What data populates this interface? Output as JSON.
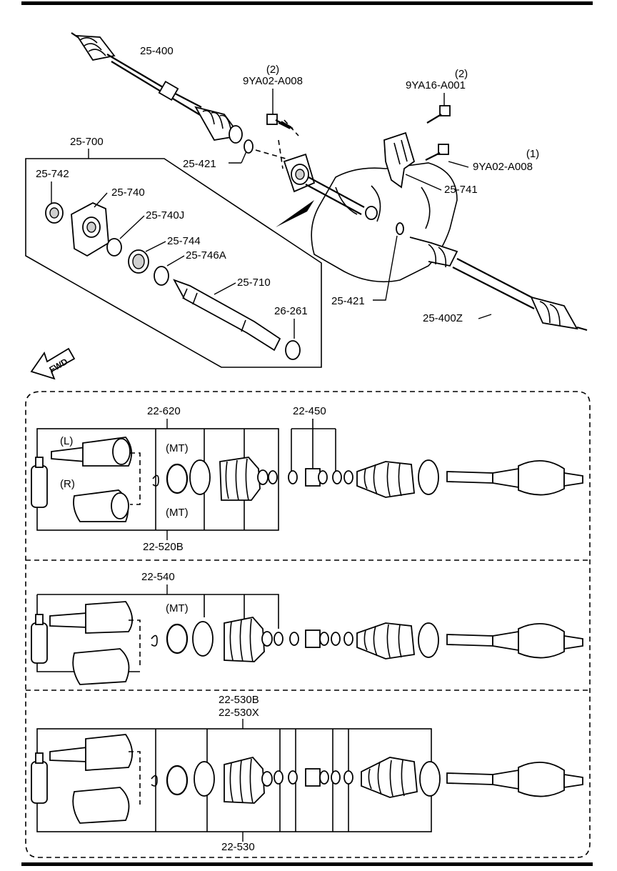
{
  "labels": {
    "l_25400": "25-400",
    "l_9ya02_a": "(2)",
    "l_9ya02_b": "9YA02-A008",
    "l_9ya16_a": "(2)",
    "l_9ya16_b": "9YA16-A001",
    "l_25700": "25-700",
    "l_25742": "25-742",
    "l_25740": "25-740",
    "l_25421a": "25-421",
    "l_9ya02c_a": "(1)",
    "l_9ya02c_b": "9YA02-A008",
    "l_25741": "25-741",
    "l_25740j": "25-740J",
    "l_25744": "25-744",
    "l_25746a": "25-746A",
    "l_25710": "25-710",
    "l_26261": "26-261",
    "l_25421b": "25-421",
    "l_25400z": "25-400Z",
    "l_fwd": "FWD",
    "l_22620": "22-620",
    "l_22450": "22-450",
    "l_L": "(L)",
    "l_R": "(R)",
    "l_mt1": "(MT)",
    "l_mt2": "(MT)",
    "l_22520b": "22-520B",
    "l_22540": "22-540",
    "l_mt3": "(MT)",
    "l_22530b": "22-530B",
    "l_22530x": "22-530X",
    "l_22530": "22-530"
  }
}
